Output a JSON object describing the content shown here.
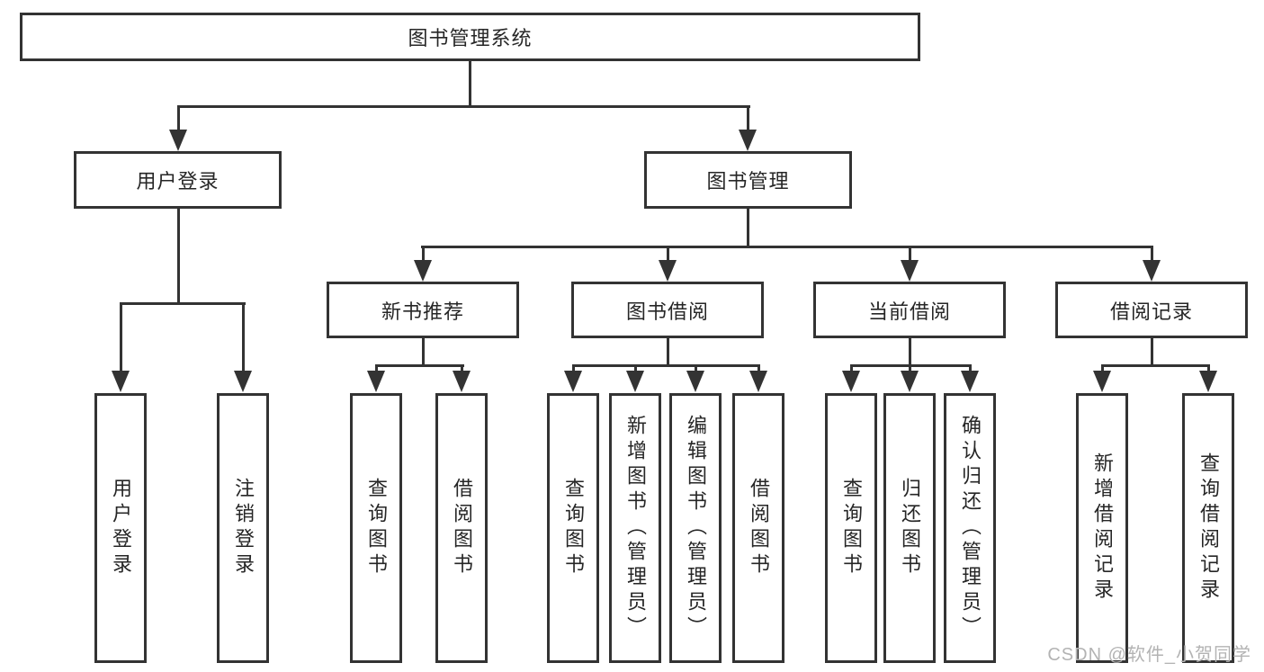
{
  "diagram": {
    "root": {
      "label": "图书管理系统"
    },
    "level2": [
      {
        "label": "用户登录"
      },
      {
        "label": "图书管理"
      }
    ],
    "level3": [
      {
        "label": "新书推荐"
      },
      {
        "label": "图书借阅"
      },
      {
        "label": "当前借阅"
      },
      {
        "label": "借阅记录"
      }
    ],
    "leaves": {
      "user_login": [
        {
          "label": "用户登录"
        },
        {
          "label": "注销登录"
        }
      ],
      "new_books": [
        {
          "label": "查询图书"
        },
        {
          "label": "借阅图书"
        }
      ],
      "book_borrow": [
        {
          "label": "查询图书"
        },
        {
          "label": "新增图书（管理员）"
        },
        {
          "label": "编辑图书（管理员）"
        },
        {
          "label": "借阅图书"
        }
      ],
      "current_borrow": [
        {
          "label": "查询图书"
        },
        {
          "label": "归还图书"
        },
        {
          "label": "确认归还（管理员）"
        }
      ],
      "borrow_records": [
        {
          "label": "新增借阅记录"
        },
        {
          "label": "查询借阅记录"
        }
      ]
    },
    "watermark": "CSDN @软件_小贺同学",
    "colors": {
      "line": "#333333",
      "text": "#262626",
      "background": "#ffffff",
      "watermark": "#b3b3b3"
    }
  }
}
